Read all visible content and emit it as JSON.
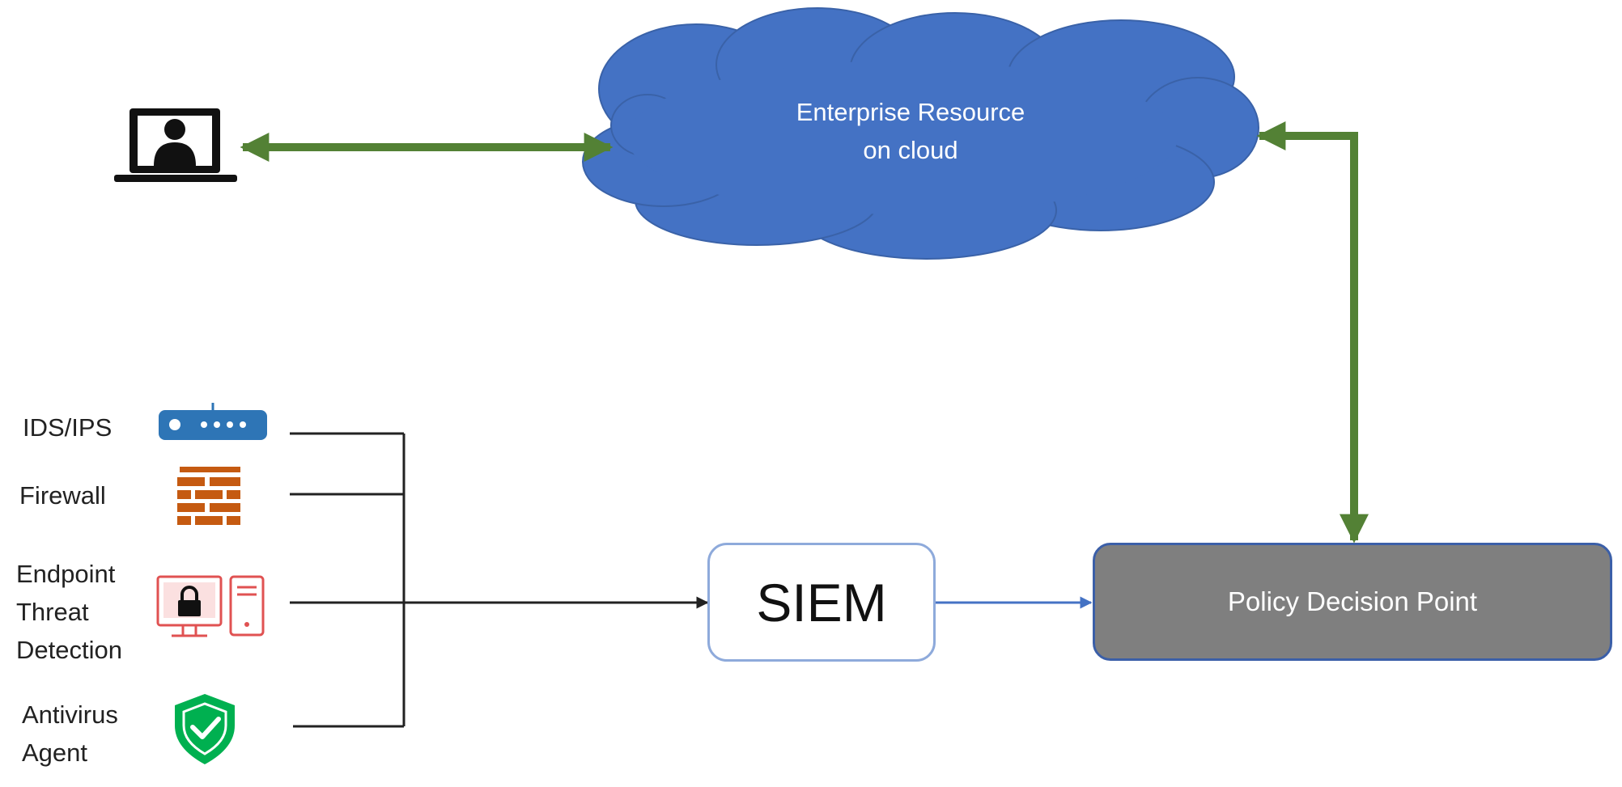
{
  "cloud": {
    "label": "Enterprise Resource\non cloud"
  },
  "user": {
    "icon": "laptop-user-icon"
  },
  "sources": [
    {
      "label": "IDS/IPS",
      "icon": "ids-ips-device-icon"
    },
    {
      "label": "Firewall",
      "icon": "firewall-icon"
    },
    {
      "label": "Endpoint\nThreat\nDetection",
      "icon": "endpoint-security-icon"
    },
    {
      "label": "Antivirus\nAgent",
      "icon": "antivirus-shield-icon"
    }
  ],
  "siem": {
    "label": "SIEM"
  },
  "pdp": {
    "label": "Policy Decision Point"
  },
  "colors": {
    "cloud": "#4472c4",
    "green_arrow": "#538135",
    "blue_arrow": "#4472c4",
    "pdp_fill": "#7f7f7f",
    "ids_icon": "#2e75b6",
    "firewall_icon": "#c55a11",
    "endpoint_icon": "#e05252",
    "shield_icon": "#00b050"
  }
}
